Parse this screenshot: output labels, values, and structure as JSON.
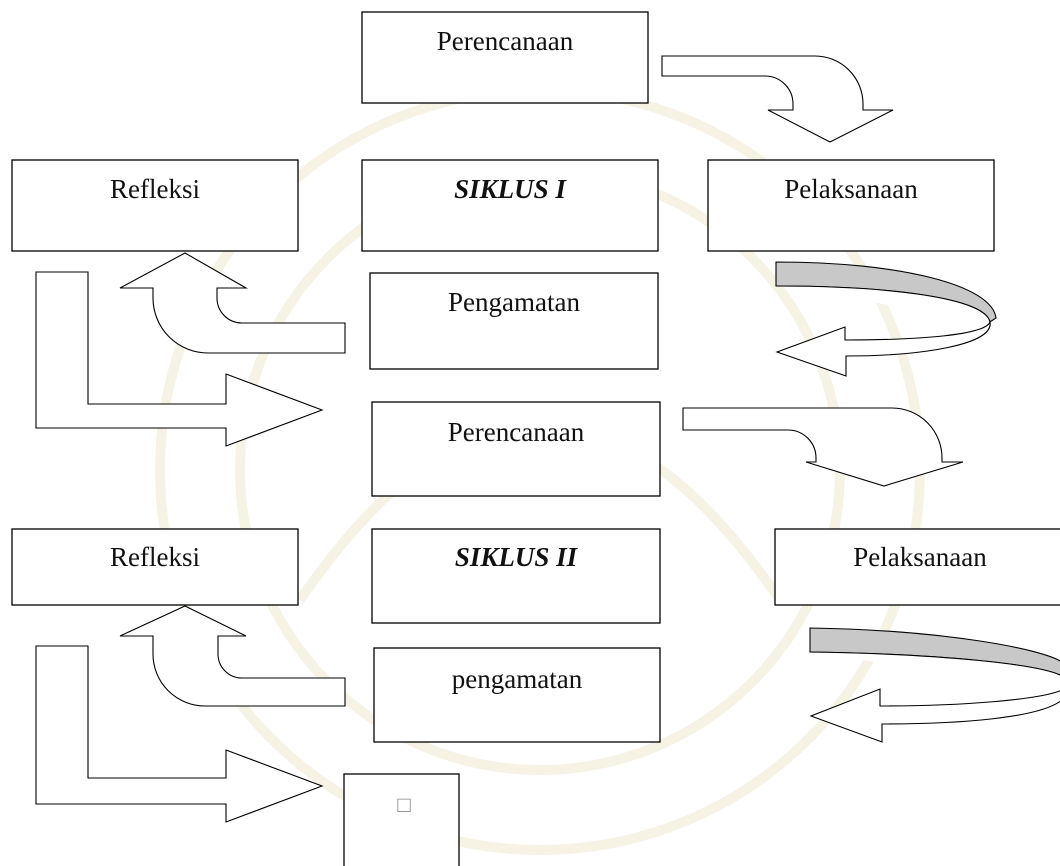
{
  "colors": {
    "stroke": "#000000",
    "box_fill": "#ffffff",
    "band_fill": "#c8c8c8",
    "watermark": "#efe9cf"
  },
  "cycle1": {
    "planning": "Perencanaan",
    "reflection": "Refleksi",
    "title": "SIKLUS I",
    "action": "Pelaksanaan",
    "observation": "Pengamatan"
  },
  "cycle2": {
    "planning": "Perencanaan",
    "reflection": "Refleksi",
    "title": "SIKLUS II",
    "action": "Pelaksanaan",
    "observation": "pengamatan"
  },
  "end_box_glyph": "□"
}
